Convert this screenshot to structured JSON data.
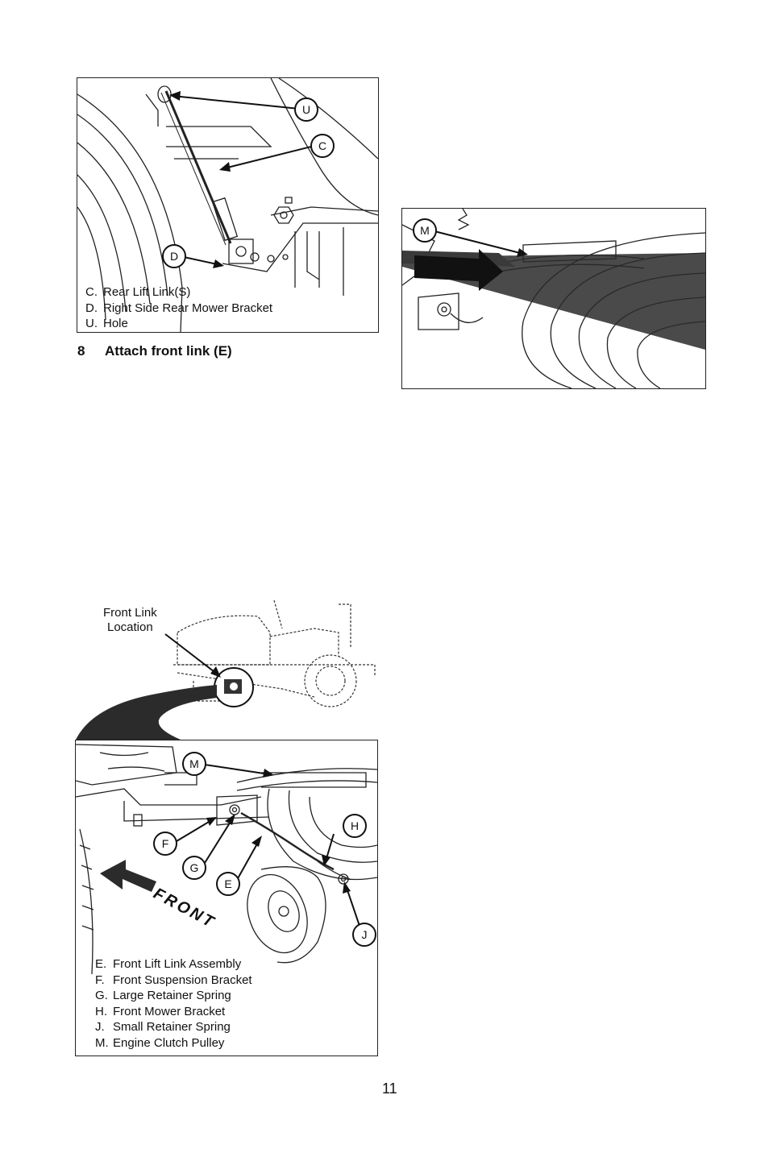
{
  "figure1": {
    "callouts": {
      "u": "U",
      "c": "C",
      "d": "D"
    },
    "legend": [
      {
        "key": "C.",
        "text": "Rear Lift Link(S)"
      },
      {
        "key": "D.",
        "text": "Right Side Rear Mower Bracket"
      },
      {
        "key": "U.",
        "text": "Hole"
      }
    ]
  },
  "step": {
    "number": "8",
    "text": "Attach front link (E)"
  },
  "figure2": {
    "callouts": {
      "m": "M"
    }
  },
  "figure3": {
    "location_label_line1": "Front Link",
    "location_label_line2": "Location",
    "front_label": "FRONT",
    "callouts": {
      "m": "M",
      "h": "H",
      "f": "F",
      "g": "G",
      "e": "E",
      "j": "J"
    },
    "legend": [
      {
        "key": "E.",
        "text": "Front Lift Link Assembly"
      },
      {
        "key": "F.",
        "text": "Front Suspension Bracket"
      },
      {
        "key": "G.",
        "text": "Large Retainer Spring"
      },
      {
        "key": "H.",
        "text": "Front Mower Bracket"
      },
      {
        "key": "J.",
        "text": "Small Retainer Spring"
      },
      {
        "key": "M.",
        "text": "Engine Clutch Pulley"
      }
    ]
  },
  "page_number": "11"
}
